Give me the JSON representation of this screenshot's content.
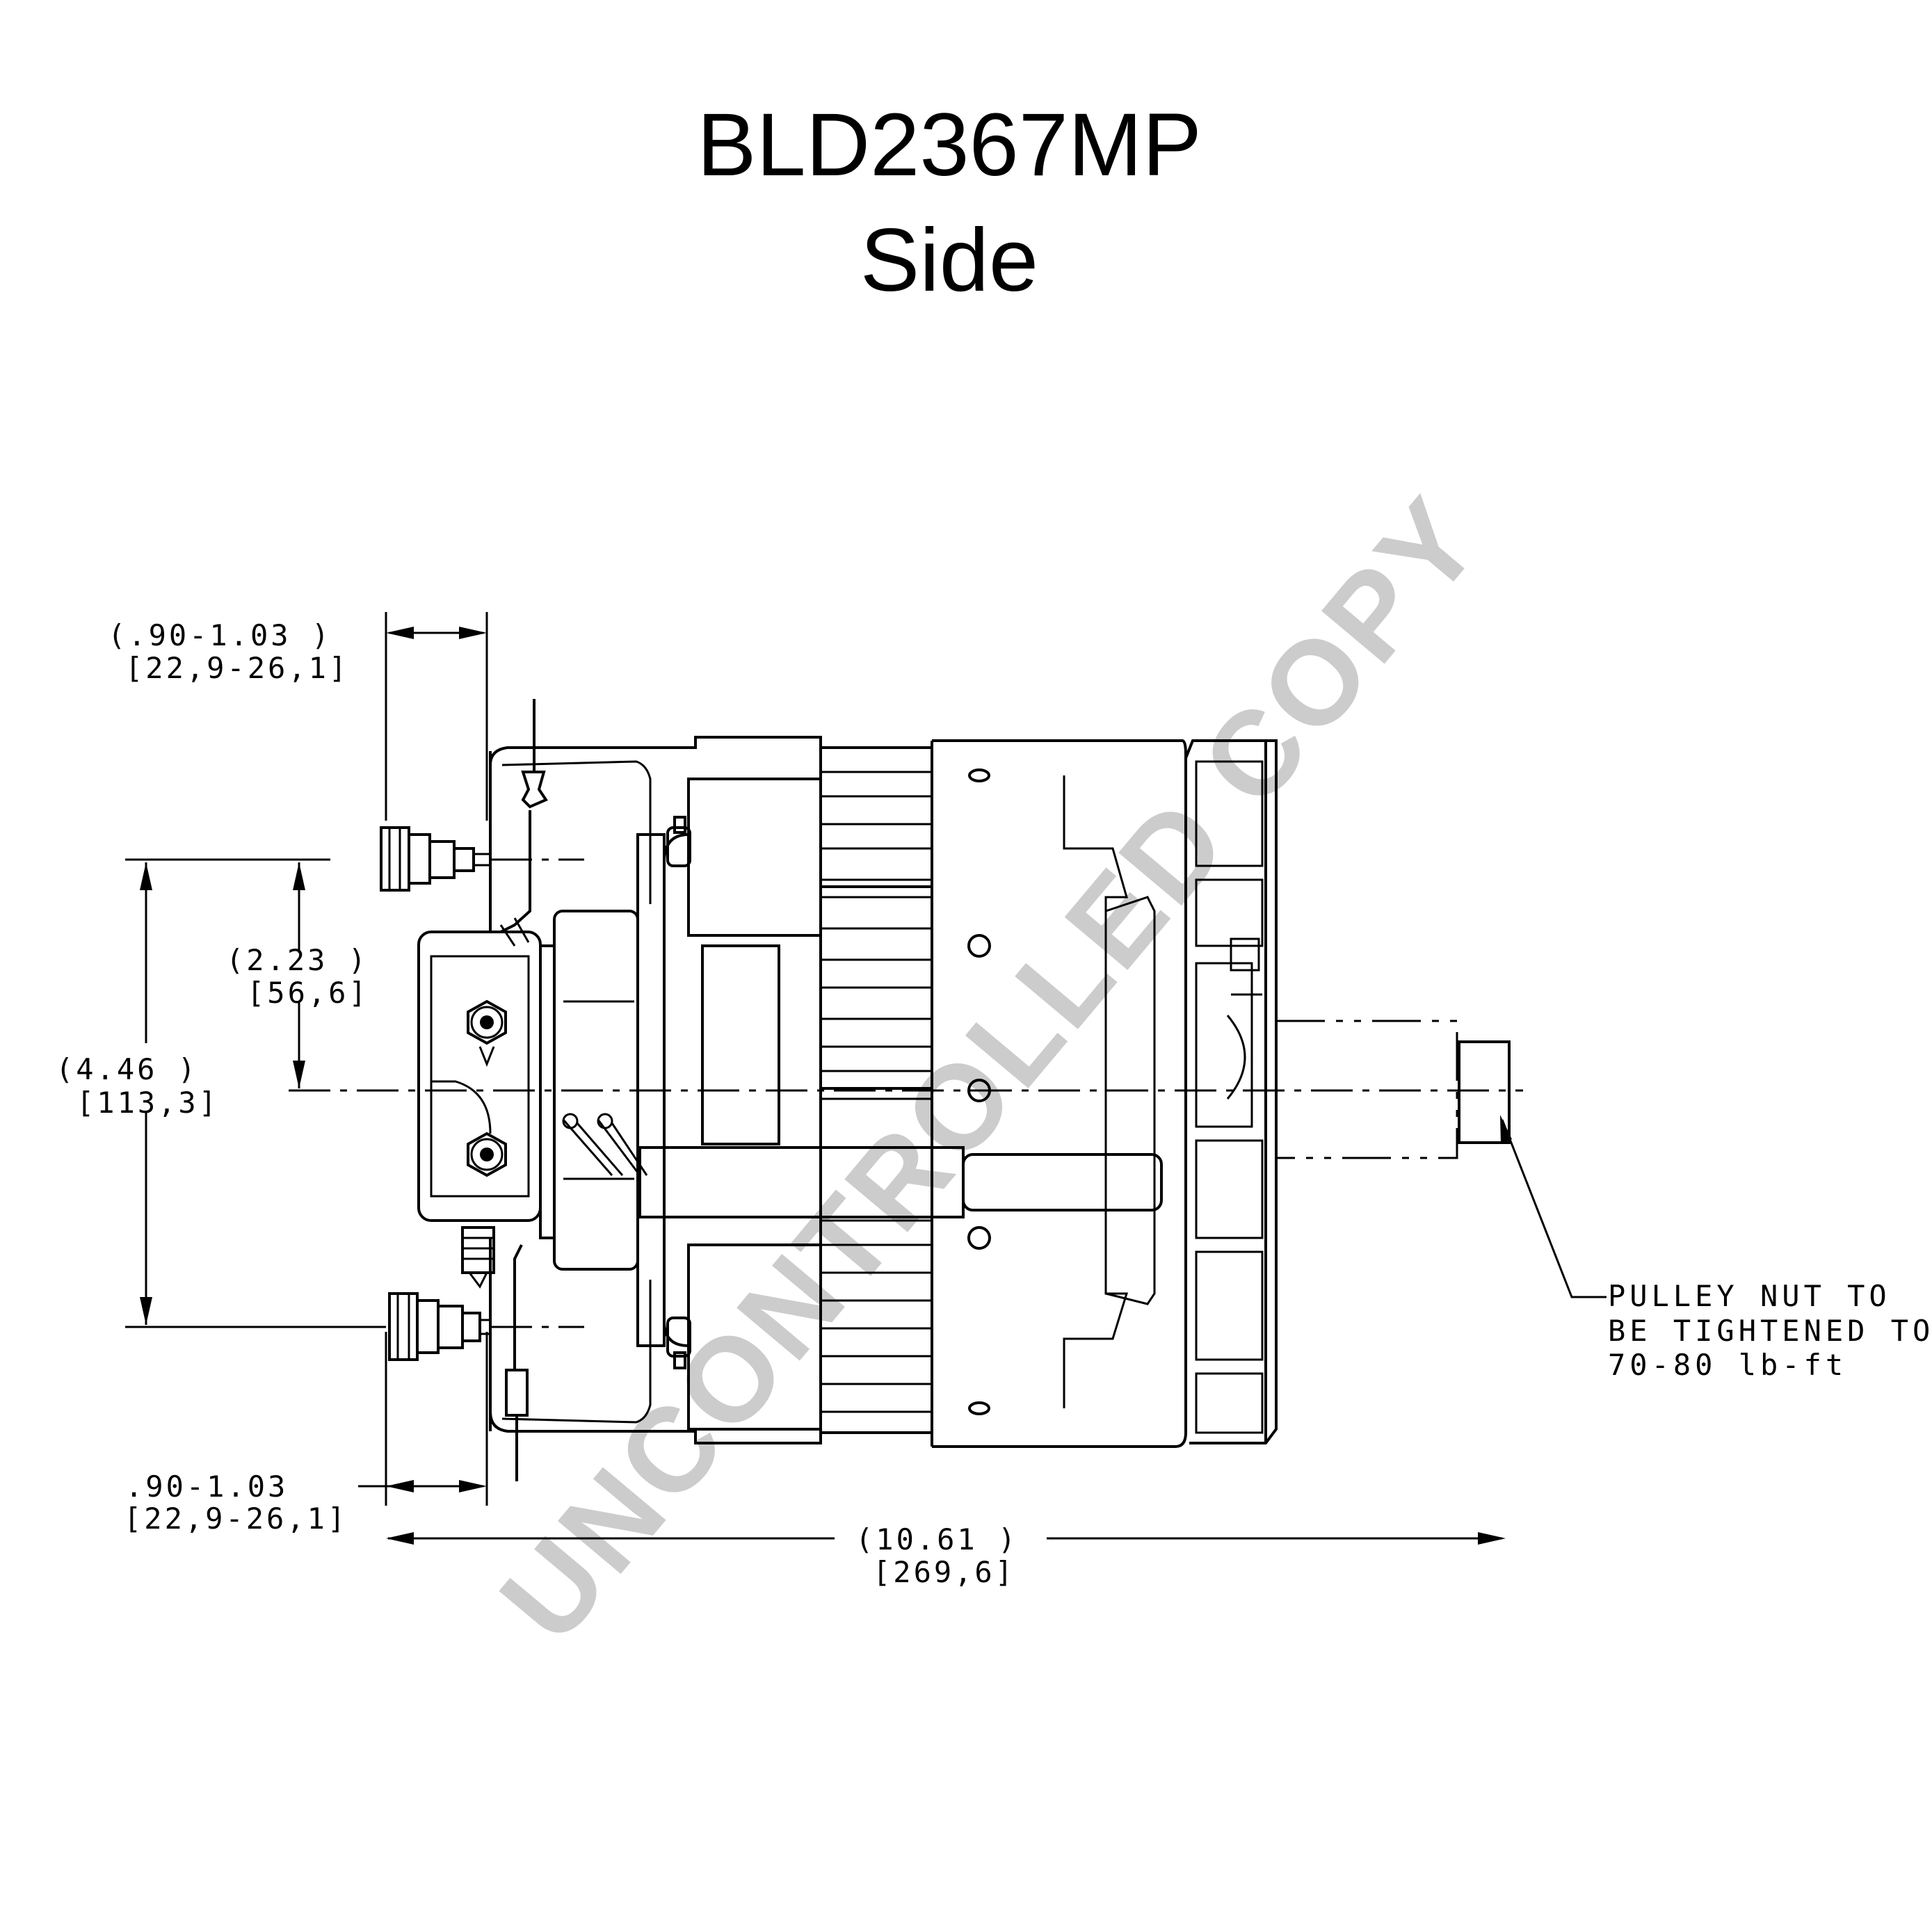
{
  "title": "BLD2367MP",
  "subtitle": "Side",
  "dimensions": {
    "top_terminal_in": "(.90-1.03   )",
    "top_terminal_mm": "[22,9-26,1]",
    "center_height_in": "(2.23   )",
    "center_height_mm": "[56,6]",
    "terminal_spacing_in": "(4.46   )",
    "terminal_spacing_mm": "[113,3]",
    "bottom_terminal_in": ".90-1.03",
    "bottom_terminal_mm": "[22,9-26,1]",
    "overall_length_in": "(10.61   )",
    "overall_length_mm": "[269,6]"
  },
  "note": {
    "line1": "PULLEY NUT TO",
    "line2": "BE TIGHTENED TO",
    "line3": "70-80 lb-ft"
  },
  "watermark": "UNCONTROLLED COPY"
}
